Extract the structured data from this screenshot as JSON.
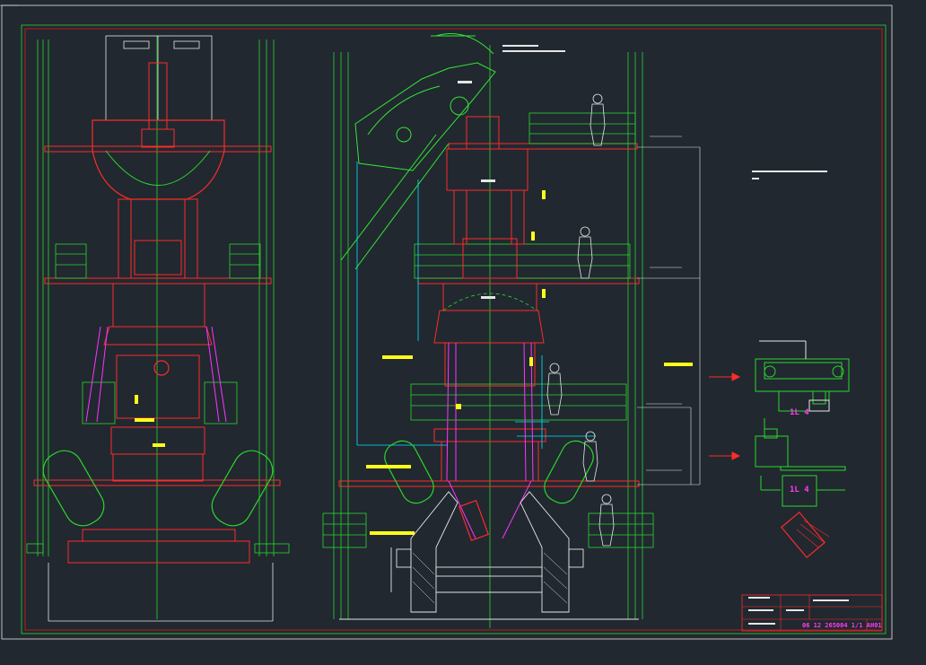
{
  "drawing": {
    "title_block": {
      "number": "06 12 265004 1/1 A",
      "sheet_tag": "H01"
    },
    "detail_labels": {
      "upper": "1L 4",
      "lower": "1L 4"
    },
    "colors": {
      "background": "#212830",
      "border": "#dc1a1a",
      "frame": "#2bd62b",
      "structure_red": "#ff2a2a",
      "structure_green": "#34e534",
      "steel_white": "#e6e6e6",
      "cyan": "#00e5ff",
      "magenta": "#ff33ff",
      "yellow": "#ffff1a",
      "detail_text": "#ff3cf0"
    }
  }
}
